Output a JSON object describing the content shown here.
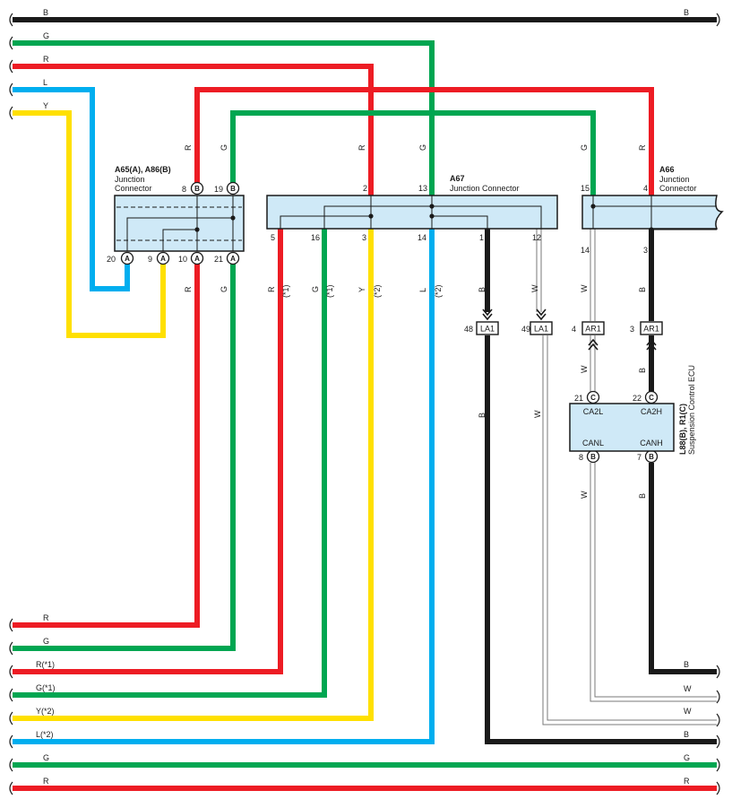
{
  "colors": {
    "B": "#1a1a1a",
    "G": "#00a651",
    "R": "#ed1c24",
    "L": "#00aeef",
    "Y": "#ffe000",
    "W": "#ffffff",
    "connector_fill": "#cfe9f7"
  },
  "wire_labels": {
    "B": "B",
    "G": "G",
    "R": "R",
    "L": "L",
    "Y": "Y",
    "W": "W",
    "R1": "R(*1)",
    "G1": "G(*1)",
    "Y2": "Y(*2)",
    "L2": "L(*2)",
    "n1": "(*1)",
    "n2": "(*2)"
  },
  "connectors": {
    "a65": {
      "title": "A65(A), A86(B)",
      "sub1": "Junction",
      "sub2": "Connector",
      "top_pins": [
        "8",
        "19"
      ],
      "top_codes": [
        "B",
        "B"
      ],
      "bottom_pins": [
        "20",
        "9",
        "10",
        "21"
      ],
      "bottom_codes": [
        "A",
        "A",
        "A",
        "A"
      ]
    },
    "a67": {
      "title": "A67",
      "sub1": "Junction Connector",
      "top_pins": [
        "2",
        "13"
      ],
      "bottom_pins": [
        "5",
        "16",
        "3",
        "14",
        "1",
        "12"
      ]
    },
    "a66": {
      "title": "A66",
      "sub1": "Junction",
      "sub2": "Connector",
      "top_pins": [
        "15",
        "4"
      ],
      "bottom_pins": [
        "14",
        "3"
      ]
    },
    "la1": {
      "name": "LA1",
      "pins": [
        "48",
        "49"
      ]
    },
    "ar1": {
      "name": "AR1",
      "pins": [
        "4",
        "3"
      ]
    },
    "ecu": {
      "title": "L88(B), R1(C)",
      "subtitle": "Suspension Control ECU",
      "terminals": [
        "CA2L",
        "CA2H",
        "CANL",
        "CANH"
      ],
      "top_pins": [
        "21",
        "22"
      ],
      "top_codes": [
        "C",
        "C"
      ],
      "bottom_pins": [
        "8",
        "7"
      ],
      "bottom_codes": [
        "B",
        "B"
      ]
    }
  }
}
